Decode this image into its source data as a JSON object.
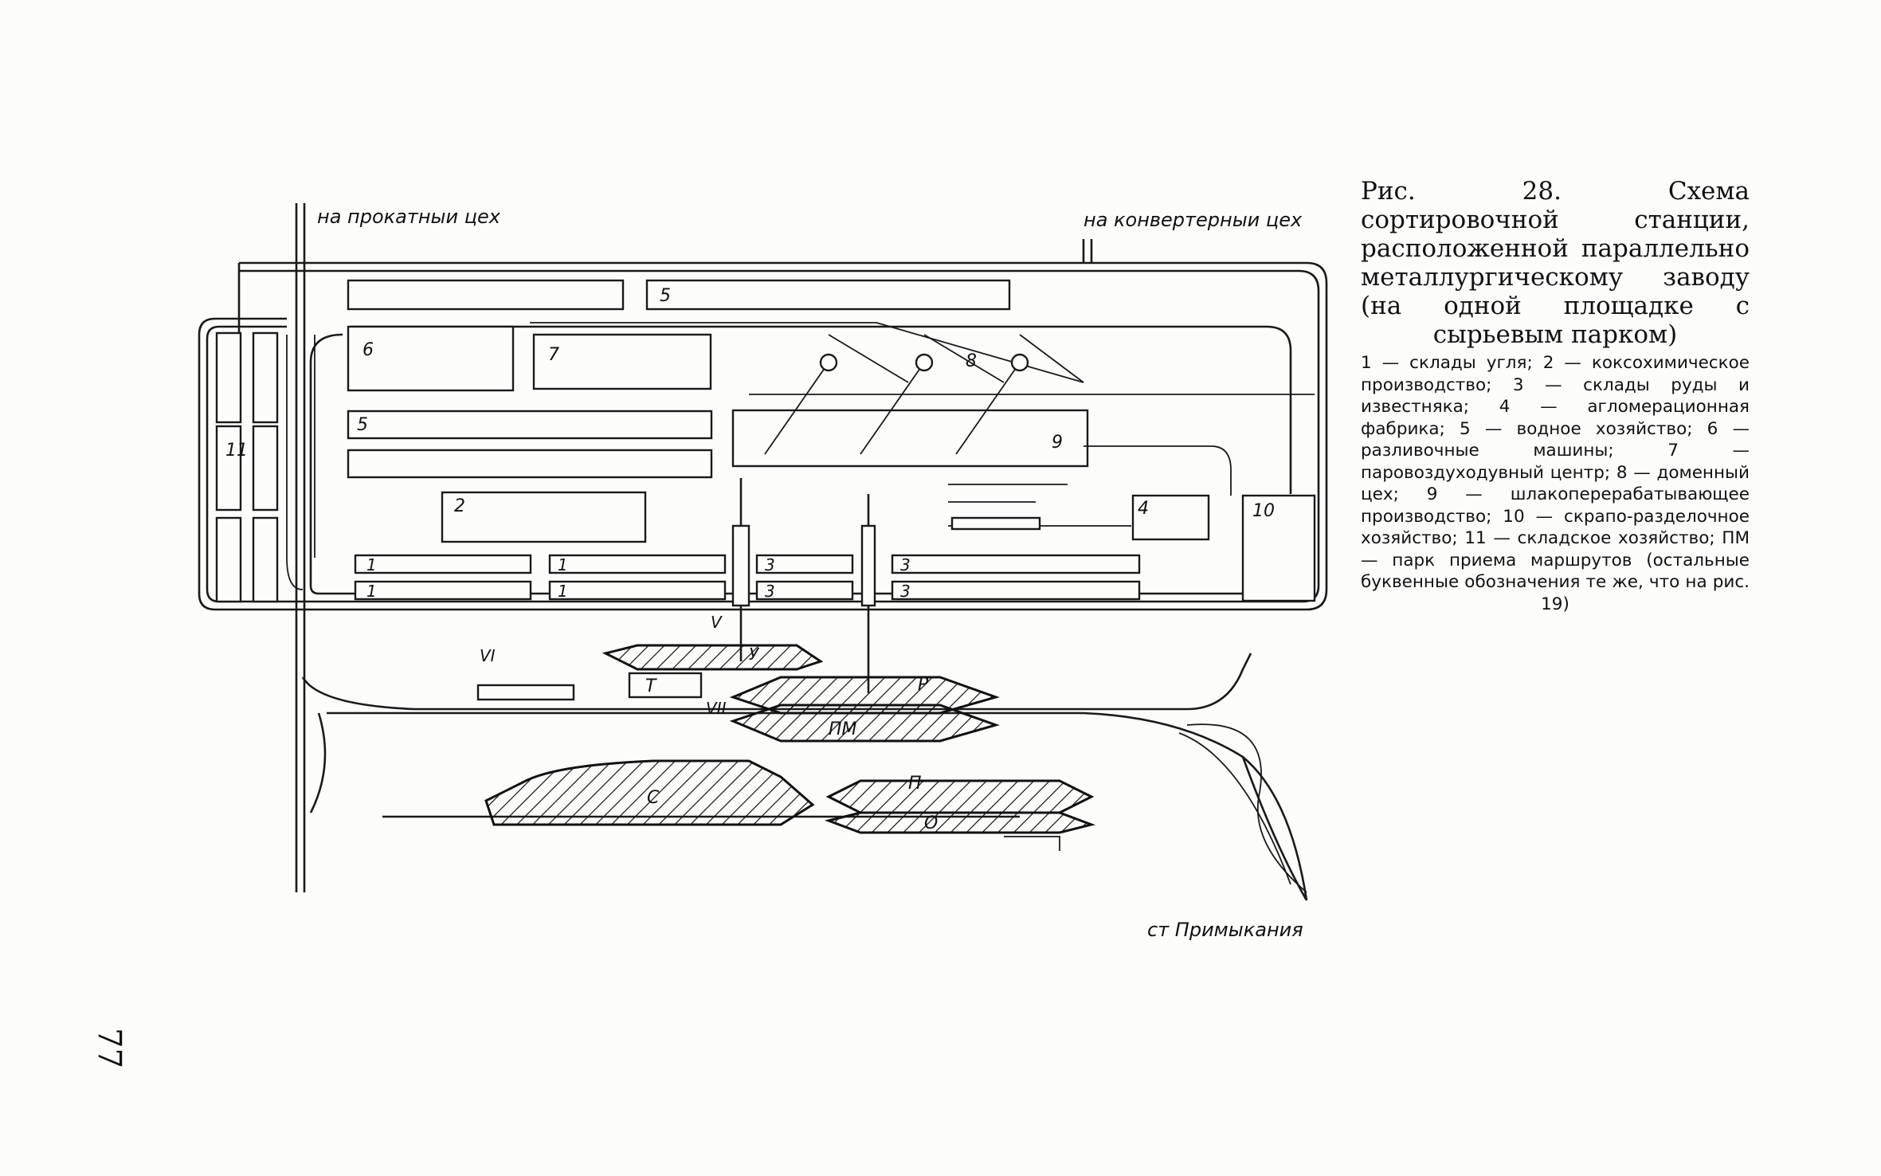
{
  "caption": {
    "title": "Рис. 28. Схема сортировочной станции, расположенной параллельно металлургическому заводу (на одной площадке с сырьевым парком)",
    "legend": "1 — склады угля; 2 — коксохимическое производство; 3 — склады руды и известняка; 4 — агломерационная фабрика; 5 — водное хозяйство; 6 — разливочные машины; 7 — паровоздуходувный центр; 8 — доменный цех; 9 — шлакоперерабатывающее производство; 10 — скрапо-разделочное хозяйство; 11 — складское хозяйство; ПМ — парк приема маршрутов (остальные буквенные обозначения те же, что на рис. 19)"
  },
  "page_number": "77",
  "labels": {
    "to_rolling_shop": "на прокатныи цех",
    "to_converter_shop": "на конвертерныи цех",
    "junction_station": "ст Примыкания"
  },
  "buildings": {
    "b1_a": "1",
    "b1_b": "1",
    "b1_c": "1",
    "b1_d": "1",
    "b2": "2",
    "b3_a": "3",
    "b3_b": "3",
    "b3_c": "3",
    "b3_d": "3",
    "b4": "4",
    "b5_a": "5",
    "b5_b": "5",
    "b6": "6",
    "b7": "7",
    "b8": "8",
    "b9": "9",
    "b10": "10",
    "b11": "11"
  },
  "parks": {
    "s": "С",
    "p": "П",
    "o": "О",
    "r": "Р",
    "pm": "ПМ",
    "t": "Т",
    "u": "У"
  },
  "markers": {
    "m_vi": "VI",
    "m_vii": "VII",
    "m_v": "V"
  },
  "colors": {
    "ink": "#1a1a1a",
    "paper": "#fcfcfb"
  }
}
